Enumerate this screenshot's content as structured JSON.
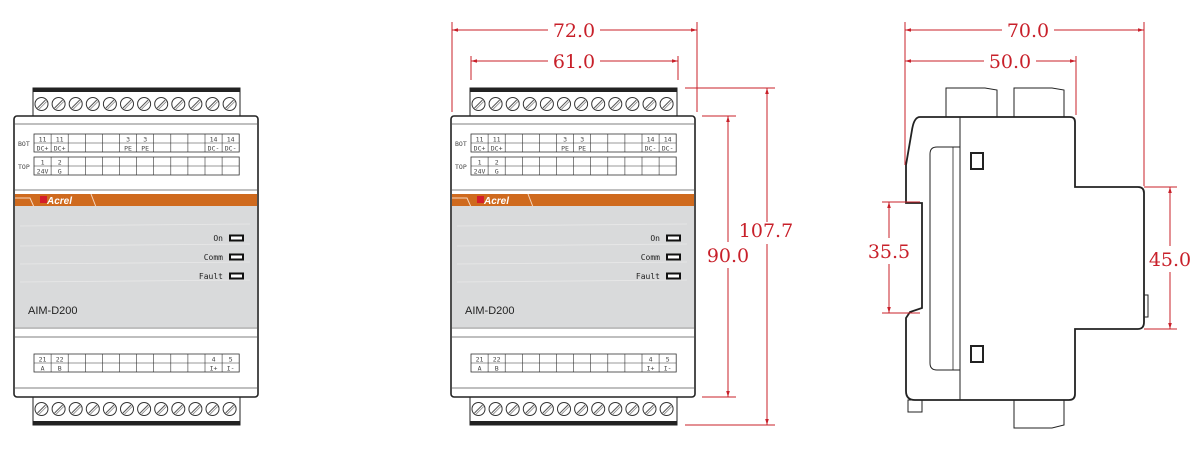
{
  "figure": {
    "description": "Acrel AIM-D200 DIN-rail module: front view, dimensioned front view, dimensioned side view"
  },
  "device": {
    "brand": "Acrel",
    "model": "AIM-D200",
    "colors": {
      "brand_band": "#cf6a1e",
      "panel": "#d9dadb",
      "dimension": "#c8202a",
      "outline": "#222222"
    },
    "indicators": [
      {
        "label": "On"
      },
      {
        "label": "Comm"
      },
      {
        "label": "Fault"
      }
    ],
    "top_block": {
      "row_bot_label": "BOT",
      "row_top_label": "TOP",
      "bot_numbers": [
        "11",
        "11",
        "",
        "",
        "",
        "3",
        "3",
        "",
        "",
        "",
        "14",
        "14"
      ],
      "bot_names": [
        "DC+",
        "DC+",
        "",
        "",
        "",
        "PE",
        "PE",
        "",
        "",
        "",
        "DC-",
        "DC-"
      ],
      "top_numbers": [
        "1",
        "2",
        "",
        "",
        "",
        "",
        "",
        "",
        "",
        "",
        "",
        ""
      ],
      "top_names": [
        "24V",
        "G",
        "",
        "",
        "",
        "",
        "",
        "",
        "",
        "",
        "",
        ""
      ]
    },
    "bottom_block": {
      "numbers": [
        "21",
        "22",
        "",
        "",
        "",
        "",
        "",
        "",
        "",
        "",
        "4",
        "5"
      ],
      "names": [
        "A",
        "B",
        "",
        "",
        "",
        "",
        "",
        "",
        "",
        "",
        "I+",
        "I-"
      ]
    },
    "terminal_screw_count": 12
  },
  "dimensions": {
    "front": {
      "overall_width": "72.0",
      "terminal_width": "61.0",
      "overall_height": "107.7",
      "body_height": "90.0"
    },
    "side": {
      "overall_depth": "70.0",
      "front_depth": "50.0",
      "rail_slot": "35.5",
      "front_face_height": "45.0"
    }
  }
}
